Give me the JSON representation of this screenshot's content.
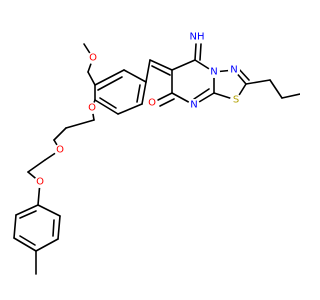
{
  "atoms": [
    {
      "id": "O_methoxy",
      "symbol": "O",
      "color": "#ff0000"
    },
    {
      "id": "O_phenol",
      "symbol": "O",
      "color": "#ff0000"
    },
    {
      "id": "O_ether_mid",
      "symbol": "O",
      "color": "#ff0000"
    },
    {
      "id": "O_aryl_ether",
      "symbol": "O",
      "color": "#ff0000"
    },
    {
      "id": "O_carbonyl",
      "symbol": "O",
      "color": "#ff0000"
    },
    {
      "id": "N_imino_H",
      "symbol": "NH",
      "color": "#0000ff"
    },
    {
      "id": "N_ring_bridge",
      "symbol": "N",
      "color": "#0000ff"
    },
    {
      "id": "N_ring_upper",
      "symbol": "N",
      "color": "#0000ff"
    },
    {
      "id": "N_ring_lower",
      "symbol": "N",
      "color": "#0000ff"
    },
    {
      "id": "S_thiadiazole",
      "symbol": "S",
      "color": "#b2a000"
    }
  ],
  "colors": {
    "bond": "#000000",
    "oxygen": "#ff0000",
    "nitrogen": "#0000ff",
    "sulfur": "#b2a000",
    "background": "#ffffff"
  }
}
